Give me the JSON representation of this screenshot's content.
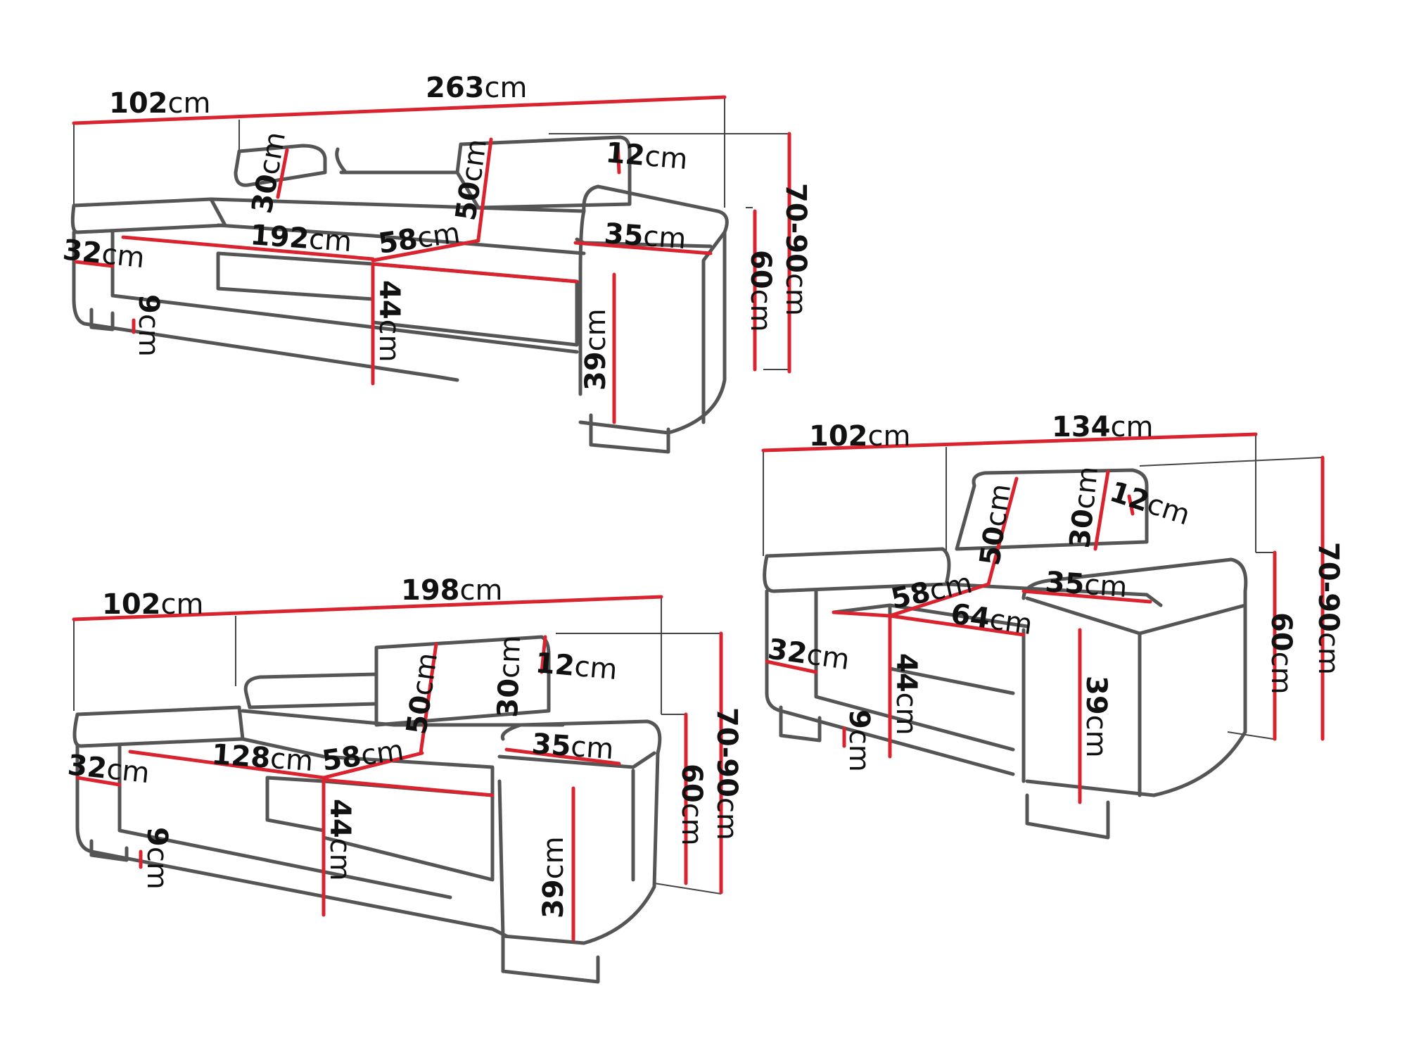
{
  "colors": {
    "outline": "#555555",
    "dimension": "#d9232e",
    "text": "#111111",
    "background": "#ffffff"
  },
  "unit": "cm",
  "sofa3": {
    "depth": "102",
    "width": "263",
    "headrest": "30",
    "back": "50",
    "headrest_depth": "12",
    "seat_width": "192",
    "seat_depth": "58",
    "arm_width": "35",
    "arm_height": "60",
    "total_height": "70-90",
    "side": "32",
    "seat_height": "44",
    "base_height": "39",
    "leg": "9"
  },
  "sofa2": {
    "depth": "102",
    "width": "198",
    "back": "50",
    "headrest": "30",
    "headrest_depth": "12",
    "seat_width": "128",
    "seat_depth": "58",
    "arm_width": "35",
    "arm_height": "60",
    "total_height": "70-90",
    "side": "32",
    "seat_height": "44",
    "base_height": "39",
    "leg": "9"
  },
  "armchair": {
    "depth": "102",
    "width": "134",
    "back": "50",
    "headrest": "30",
    "headrest_depth": "12",
    "seat_depth": "58",
    "arm_width": "35",
    "seat_width": "64",
    "arm_height": "60",
    "total_height": "70-90",
    "side": "32",
    "seat_height": "44",
    "base_height": "39",
    "leg": "9"
  }
}
